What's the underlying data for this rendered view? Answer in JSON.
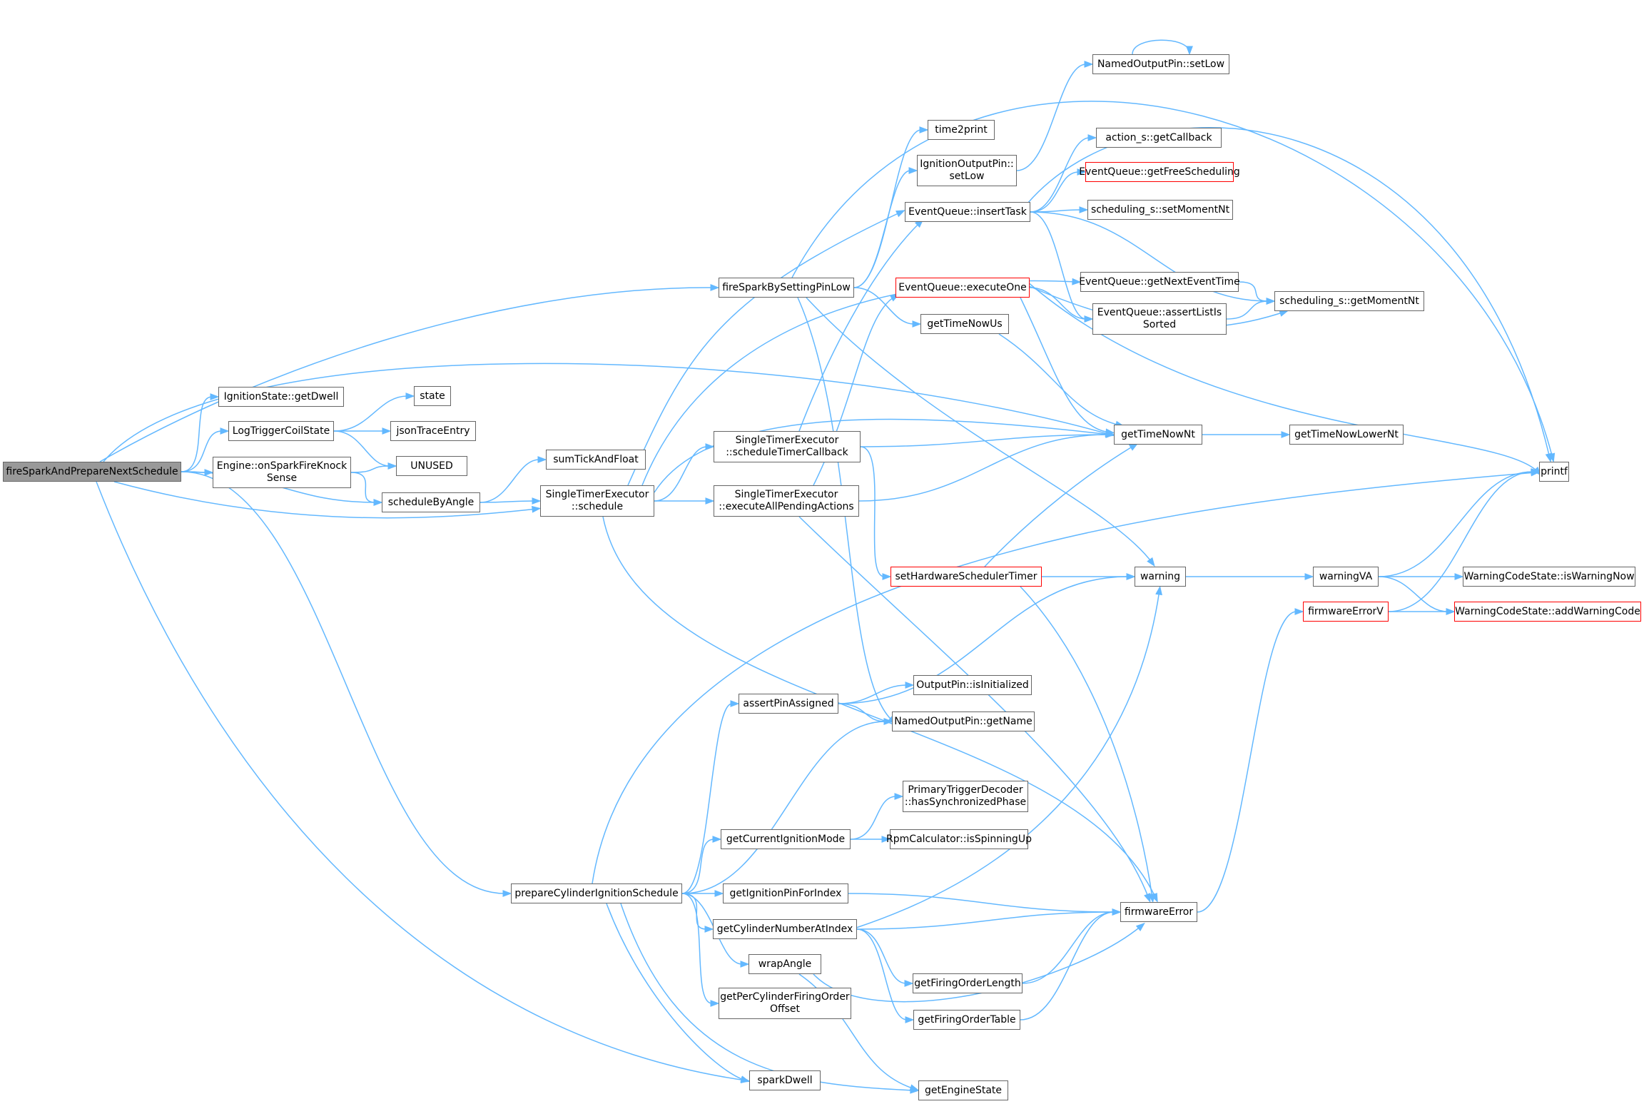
{
  "graph": {
    "nodes": [
      {
        "id": "root",
        "label": "fireSparkAndPrepareNextSchedule",
        "style": "root"
      },
      {
        "id": "getDwell",
        "label": "IgnitionState::getDwell"
      },
      {
        "id": "logTrigger",
        "label": "LogTriggerCoilState"
      },
      {
        "id": "onSpark",
        "label": "Engine::onSparkFireKnock\nSense"
      },
      {
        "id": "schedByAngle",
        "label": "scheduleByAngle"
      },
      {
        "id": "state",
        "label": "state"
      },
      {
        "id": "jsonTrace",
        "label": "jsonTraceEntry"
      },
      {
        "id": "unused",
        "label": "UNUSED"
      },
      {
        "id": "sumTick",
        "label": "sumTickAndFloat"
      },
      {
        "id": "steSchedule",
        "label": "SingleTimerExecutor\n::schedule"
      },
      {
        "id": "fireSpark",
        "label": "fireSparkBySettingPinLow"
      },
      {
        "id": "steCallback",
        "label": "SingleTimerExecutor\n::scheduleTimerCallback"
      },
      {
        "id": "steExecAll",
        "label": "SingleTimerExecutor\n::executeAllPendingActions"
      },
      {
        "id": "time2print",
        "label": "time2print"
      },
      {
        "id": "ignSetLow",
        "label": "IgnitionOutputPin::\nsetLow"
      },
      {
        "id": "namedSetLow",
        "label": "NamedOutputPin::setLow"
      },
      {
        "id": "insertTask",
        "label": "EventQueue::insertTask"
      },
      {
        "id": "executeOne",
        "label": "EventQueue::executeOne",
        "style": "red"
      },
      {
        "id": "getTimeNowUs",
        "label": "getTimeNowUs"
      },
      {
        "id": "getCallback",
        "label": "action_s::getCallback"
      },
      {
        "id": "getFreeSched",
        "label": "EventQueue::getFreeScheduling",
        "style": "red"
      },
      {
        "id": "setMomentNt",
        "label": "scheduling_s::setMomentNt"
      },
      {
        "id": "getNextEvent",
        "label": "EventQueue::getNextEventTime"
      },
      {
        "id": "assertSorted",
        "label": "EventQueue::assertListIs\nSorted"
      },
      {
        "id": "getMomentNt",
        "label": "scheduling_s::getMomentNt"
      },
      {
        "id": "getTimeNowNt",
        "label": "getTimeNowNt"
      },
      {
        "id": "getLowerNt",
        "label": "getTimeNowLowerNt"
      },
      {
        "id": "printf",
        "label": "printf"
      },
      {
        "id": "setHwTimer",
        "label": "setHardwareSchedulerTimer",
        "style": "red"
      },
      {
        "id": "warning",
        "label": "warning"
      },
      {
        "id": "warningVA",
        "label": "warningVA"
      },
      {
        "id": "isWarningNow",
        "label": "WarningCodeState::isWarningNow"
      },
      {
        "id": "addWarning",
        "label": "WarningCodeState::addWarningCode",
        "style": "red"
      },
      {
        "id": "fwErrorV",
        "label": "firmwareErrorV",
        "style": "red"
      },
      {
        "id": "assertPin",
        "label": "assertPinAssigned"
      },
      {
        "id": "isInit",
        "label": "OutputPin::isInitialized"
      },
      {
        "id": "getName",
        "label": "NamedOutputPin::getName"
      },
      {
        "id": "hasSync",
        "label": "PrimaryTriggerDecoder\n::hasSynchronizedPhase"
      },
      {
        "id": "getIgnMode",
        "label": "getCurrentIgnitionMode"
      },
      {
        "id": "isSpinning",
        "label": "RpmCalculator::isSpinningUp"
      },
      {
        "id": "prepareCyl",
        "label": "prepareCylinderIgnitionSchedule"
      },
      {
        "id": "getIgnPin",
        "label": "getIgnitionPinForIndex"
      },
      {
        "id": "getCylNum",
        "label": "getCylinderNumberAtIndex"
      },
      {
        "id": "fwError",
        "label": "firmwareError"
      },
      {
        "id": "wrapAngle",
        "label": "wrapAngle"
      },
      {
        "id": "getFOLength",
        "label": "getFiringOrderLength"
      },
      {
        "id": "getPerCyl",
        "label": "getPerCylinderFiringOrder\nOffset"
      },
      {
        "id": "getFOTable",
        "label": "getFiringOrderTable"
      },
      {
        "id": "sparkDwell",
        "label": "sparkDwell"
      },
      {
        "id": "getEngineState",
        "label": "getEngineState"
      }
    ],
    "edges": [
      [
        "root",
        "getDwell"
      ],
      [
        "root",
        "logTrigger"
      ],
      [
        "root",
        "onSpark"
      ],
      [
        "root",
        "schedByAngle"
      ],
      [
        "root",
        "steSchedule"
      ],
      [
        "root",
        "fireSpark"
      ],
      [
        "root",
        "getTimeNowNt"
      ],
      [
        "root",
        "prepareCyl"
      ],
      [
        "root",
        "sparkDwell"
      ],
      [
        "logTrigger",
        "state"
      ],
      [
        "logTrigger",
        "jsonTrace"
      ],
      [
        "logTrigger",
        "unused"
      ],
      [
        "onSpark",
        "unused"
      ],
      [
        "onSpark",
        "schedByAngle"
      ],
      [
        "schedByAngle",
        "sumTick"
      ],
      [
        "schedByAngle",
        "steSchedule"
      ],
      [
        "steSchedule",
        "steCallback"
      ],
      [
        "steSchedule",
        "steExecAll"
      ],
      [
        "steSchedule",
        "insertTask"
      ],
      [
        "steSchedule",
        "getNextEvent"
      ],
      [
        "steSchedule",
        "getTimeNowNt"
      ],
      [
        "steSchedule",
        "fwError"
      ],
      [
        "fireSpark",
        "time2print"
      ],
      [
        "fireSpark",
        "ignSetLow"
      ],
      [
        "fireSpark",
        "getTimeNowUs"
      ],
      [
        "fireSpark",
        "printf"
      ],
      [
        "fireSpark",
        "warning"
      ],
      [
        "fireSpark",
        "getName"
      ],
      [
        "ignSetLow",
        "namedSetLow"
      ],
      [
        "namedSetLow",
        "namedSetLow"
      ],
      [
        "insertTask",
        "getCallback"
      ],
      [
        "insertTask",
        "getFreeSched"
      ],
      [
        "insertTask",
        "setMomentNt"
      ],
      [
        "insertTask",
        "assertSorted"
      ],
      [
        "insertTask",
        "getMomentNt"
      ],
      [
        "insertTask",
        "printf"
      ],
      [
        "steCallback",
        "insertTask"
      ],
      [
        "steCallback",
        "getTimeNowNt"
      ],
      [
        "steCallback",
        "setHwTimer"
      ],
      [
        "steExecAll",
        "executeOne"
      ],
      [
        "steExecAll",
        "getTimeNowNt"
      ],
      [
        "steExecAll",
        "fwError"
      ],
      [
        "executeOne",
        "assertSorted"
      ],
      [
        "executeOne",
        "getMomentNt"
      ],
      [
        "executeOne",
        "getTimeNowNt"
      ],
      [
        "executeOne",
        "printf"
      ],
      [
        "getNextEvent",
        "getMomentNt"
      ],
      [
        "assertSorted",
        "getMomentNt"
      ],
      [
        "getTimeNowUs",
        "getTimeNowNt"
      ],
      [
        "getTimeNowNt",
        "getLowerNt"
      ],
      [
        "setHwTimer",
        "getTimeNowNt"
      ],
      [
        "setHwTimer",
        "warning"
      ],
      [
        "setHwTimer",
        "fwError"
      ],
      [
        "warning",
        "warningVA"
      ],
      [
        "warningVA",
        "printf"
      ],
      [
        "warningVA",
        "isWarningNow"
      ],
      [
        "warningVA",
        "addWarning"
      ],
      [
        "fwErrorV",
        "printf"
      ],
      [
        "fwErrorV",
        "addWarning"
      ],
      [
        "fwError",
        "fwErrorV"
      ],
      [
        "assertPin",
        "warning"
      ],
      [
        "assertPin",
        "isInit"
      ],
      [
        "assertPin",
        "getName"
      ],
      [
        "getIgnMode",
        "hasSync"
      ],
      [
        "getIgnMode",
        "isSpinning"
      ],
      [
        "prepareCyl",
        "printf"
      ],
      [
        "prepareCyl",
        "assertPin"
      ],
      [
        "prepareCyl",
        "getName"
      ],
      [
        "prepareCyl",
        "getIgnMode"
      ],
      [
        "prepareCyl",
        "getIgnPin"
      ],
      [
        "prepareCyl",
        "getCylNum"
      ],
      [
        "prepareCyl",
        "wrapAngle"
      ],
      [
        "prepareCyl",
        "getPerCyl"
      ],
      [
        "prepareCyl",
        "sparkDwell"
      ],
      [
        "prepareCyl",
        "getEngineState"
      ],
      [
        "getIgnPin",
        "fwError"
      ],
      [
        "getCylNum",
        "warning"
      ],
      [
        "getCylNum",
        "fwError"
      ],
      [
        "getCylNum",
        "getFOLength"
      ],
      [
        "getCylNum",
        "getFOTable"
      ],
      [
        "wrapAngle",
        "fwError"
      ],
      [
        "wrapAngle",
        "getEngineState"
      ],
      [
        "getFOLength",
        "fwError"
      ],
      [
        "getFOTable",
        "fwError"
      ]
    ]
  }
}
